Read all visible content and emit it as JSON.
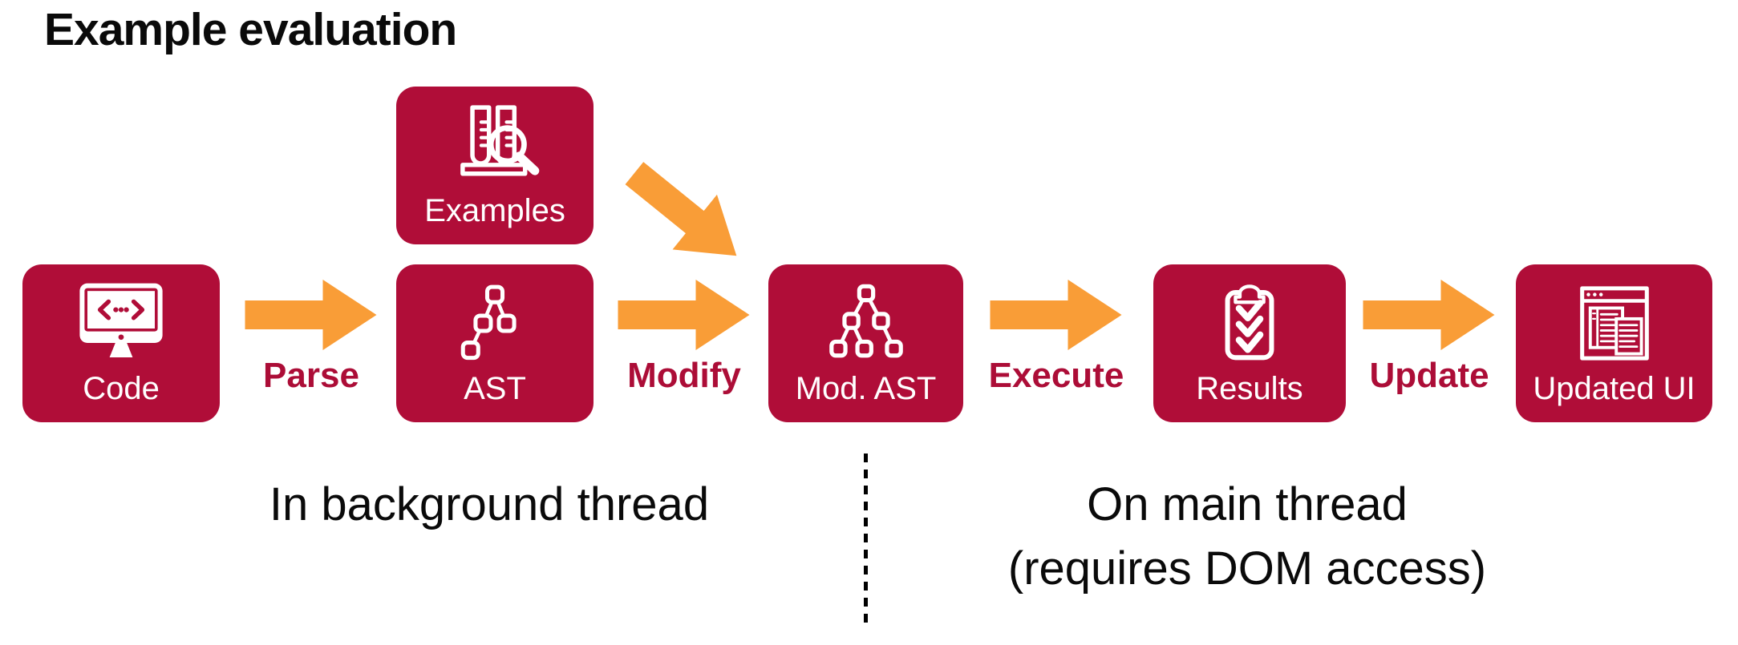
{
  "title": "Example evaluation",
  "palette": {
    "box_red": "#B00D38",
    "arrow_orange": "#F99D37",
    "arrow_label_red": "#AC0D37",
    "text_black": "#0A0A0A"
  },
  "nodes": {
    "code": {
      "label": "Code"
    },
    "examples": {
      "label": "Examples"
    },
    "ast": {
      "label": "AST"
    },
    "mod_ast": {
      "label": "Mod. AST"
    },
    "results": {
      "label": "Results"
    },
    "updated_ui": {
      "label": "Updated UI"
    }
  },
  "arrows": {
    "parse": {
      "label": "Parse"
    },
    "modify": {
      "label": "Modify"
    },
    "execute": {
      "label": "Execute"
    },
    "update": {
      "label": "Update"
    }
  },
  "regions": {
    "background_thread": "In background thread",
    "main_thread_line1": "On main thread",
    "main_thread_line2": "(requires DOM access)"
  }
}
